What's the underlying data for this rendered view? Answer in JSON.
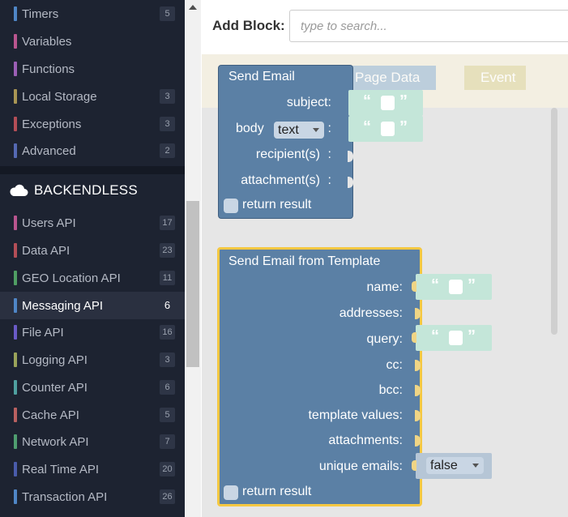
{
  "sidebar": {
    "items_top": [
      {
        "label": "Timers",
        "count": "5",
        "color": "#4f86c6"
      },
      {
        "label": "Variables",
        "count": "",
        "color": "#b9558f"
      },
      {
        "label": "Functions",
        "count": "",
        "color": "#9b5fb5"
      },
      {
        "label": "Local Storage",
        "count": "3",
        "color": "#a89554"
      },
      {
        "label": "Exceptions",
        "count": "3",
        "color": "#b34e57"
      },
      {
        "label": "Advanced",
        "count": "2",
        "color": "#5569b3"
      }
    ],
    "section": {
      "label": "BACKENDLESS",
      "icon": "cloud-icon"
    },
    "items": [
      {
        "label": "Users API",
        "count": "17",
        "color": "#b9558f"
      },
      {
        "label": "Data API",
        "count": "23",
        "color": "#b34e57"
      },
      {
        "label": "GEO Location API",
        "count": "11",
        "color": "#4f9e63"
      },
      {
        "label": "Messaging API",
        "count": "6",
        "color": "#4f86c6"
      },
      {
        "label": "File API",
        "count": "16",
        "color": "#6a5bc7"
      },
      {
        "label": "Logging API",
        "count": "3",
        "color": "#9aa35a"
      },
      {
        "label": "Counter API",
        "count": "6",
        "color": "#4fa0a0"
      },
      {
        "label": "Cache API",
        "count": "5",
        "color": "#b86060"
      },
      {
        "label": "Network API",
        "count": "7",
        "color": "#4f9e70"
      },
      {
        "label": "Real Time API",
        "count": "20",
        "color": "#4a5cab"
      },
      {
        "label": "Transaction API",
        "count": "26",
        "color": "#4f86c6"
      }
    ],
    "active_item": "Messaging API"
  },
  "toolbar": {
    "add_block_label": "Add Block:",
    "search_placeholder": "type to search..."
  },
  "flyout": {
    "ghost_blocks": [
      "Page Data",
      "Event"
    ]
  },
  "block_send_email": {
    "title": "Send Email",
    "fields": {
      "subject": "subject:",
      "body": "body",
      "body_type": "text",
      "body_colon": ":",
      "recipients": "recipient(s)",
      "recipients_colon": ":",
      "attachments": "attachment(s)",
      "attachments_colon": ":",
      "return_result": "return result"
    },
    "quote_open": "“",
    "quote_close": "”"
  },
  "block_send_template": {
    "title": "Send Email from Template",
    "fields": {
      "name": "name:",
      "addresses": "addresses:",
      "query": "query:",
      "cc": "cc:",
      "bcc": "bcc:",
      "template_values": "template values:",
      "attachments": "attachments:",
      "unique_emails": "unique emails:",
      "return_result": "return result"
    },
    "unique_emails_value": "false",
    "quote_open": "“",
    "quote_close": "”"
  },
  "colors": {
    "sidebar_bg": "#1d2331",
    "block_blue": "#5b80a5",
    "text_block": "#c4e6d9",
    "selected_outline": "#f5c842"
  }
}
